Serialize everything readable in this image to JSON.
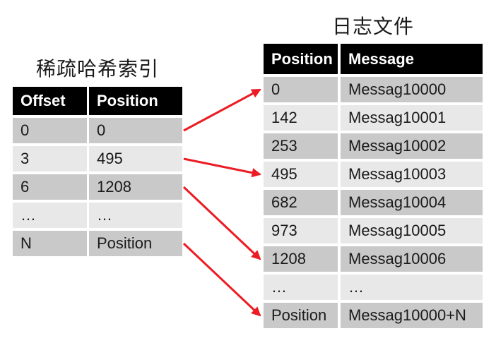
{
  "colors": {
    "header_bg": "#000000",
    "header_text": "#ffffff",
    "row_dark": "#c9c9c9",
    "row_light": "#e8e8e8",
    "text": "#1a1a1a",
    "arrow": "#ec1c24"
  },
  "left_table": {
    "title": "稀疏哈希索引",
    "headers": [
      "Offset",
      "Position"
    ],
    "rows": [
      [
        "0",
        "0"
      ],
      [
        "3",
        "495"
      ],
      [
        "6",
        "1208"
      ],
      [
        "…",
        "…"
      ],
      [
        "N",
        "Position"
      ]
    ]
  },
  "right_table": {
    "title": "日志文件",
    "headers": [
      "Position",
      "Message"
    ],
    "rows": [
      [
        "0",
        "Messag10000"
      ],
      [
        "142",
        "Messag10001"
      ],
      [
        "253",
        "Messag10002"
      ],
      [
        "495",
        "Messag10003"
      ],
      [
        "682",
        "Messag10004"
      ],
      [
        "973",
        "Messag10005"
      ],
      [
        "1208",
        "Messag10006"
      ],
      [
        "…",
        "…"
      ],
      [
        "Position",
        "Messag10000+N"
      ]
    ]
  },
  "connections": [
    {
      "from_row": 0,
      "to_row": 0
    },
    {
      "from_row": 1,
      "to_row": 3
    },
    {
      "from_row": 2,
      "to_row": 6
    },
    {
      "from_row": 4,
      "to_row": 8
    }
  ]
}
